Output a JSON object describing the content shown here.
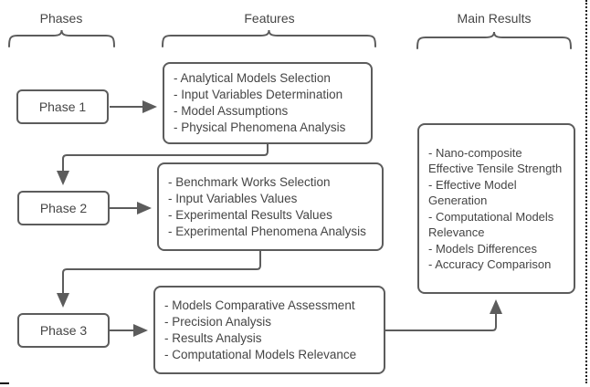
{
  "diagram": {
    "columns": [
      {
        "label": "Phases"
      },
      {
        "label": "Features"
      },
      {
        "label": "Main Results"
      }
    ],
    "phases": [
      {
        "label": "Phase 1"
      },
      {
        "label": "Phase 2"
      },
      {
        "label": "Phase 3"
      }
    ],
    "features": [
      {
        "items": [
          "- Analytical Models Selection",
          "- Input Variables Determination",
          "- Model Assumptions",
          "- Physical Phenomena Analysis"
        ]
      },
      {
        "items": [
          "- Benchmark Works Selection",
          "- Input Variables Values",
          "- Experimental Results Values",
          "- Experimental Phenomena Analysis"
        ]
      },
      {
        "items": [
          "- Models Comparative Assessment",
          "- Precision Analysis",
          "- Results Analysis",
          "- Computational Models Relevance"
        ]
      }
    ],
    "main_results": {
      "items": [
        "- Nano-composite Effective Tensile Strength",
        "- Effective Model Generation",
        "- Computational Models Relevance",
        "- Models Differences",
        "- Accuracy Comparison"
      ]
    },
    "colors": {
      "stroke": "#5c5c5c",
      "text": "#454545",
      "background": "#ffffff",
      "page_edge": "#1a1a1a"
    }
  }
}
